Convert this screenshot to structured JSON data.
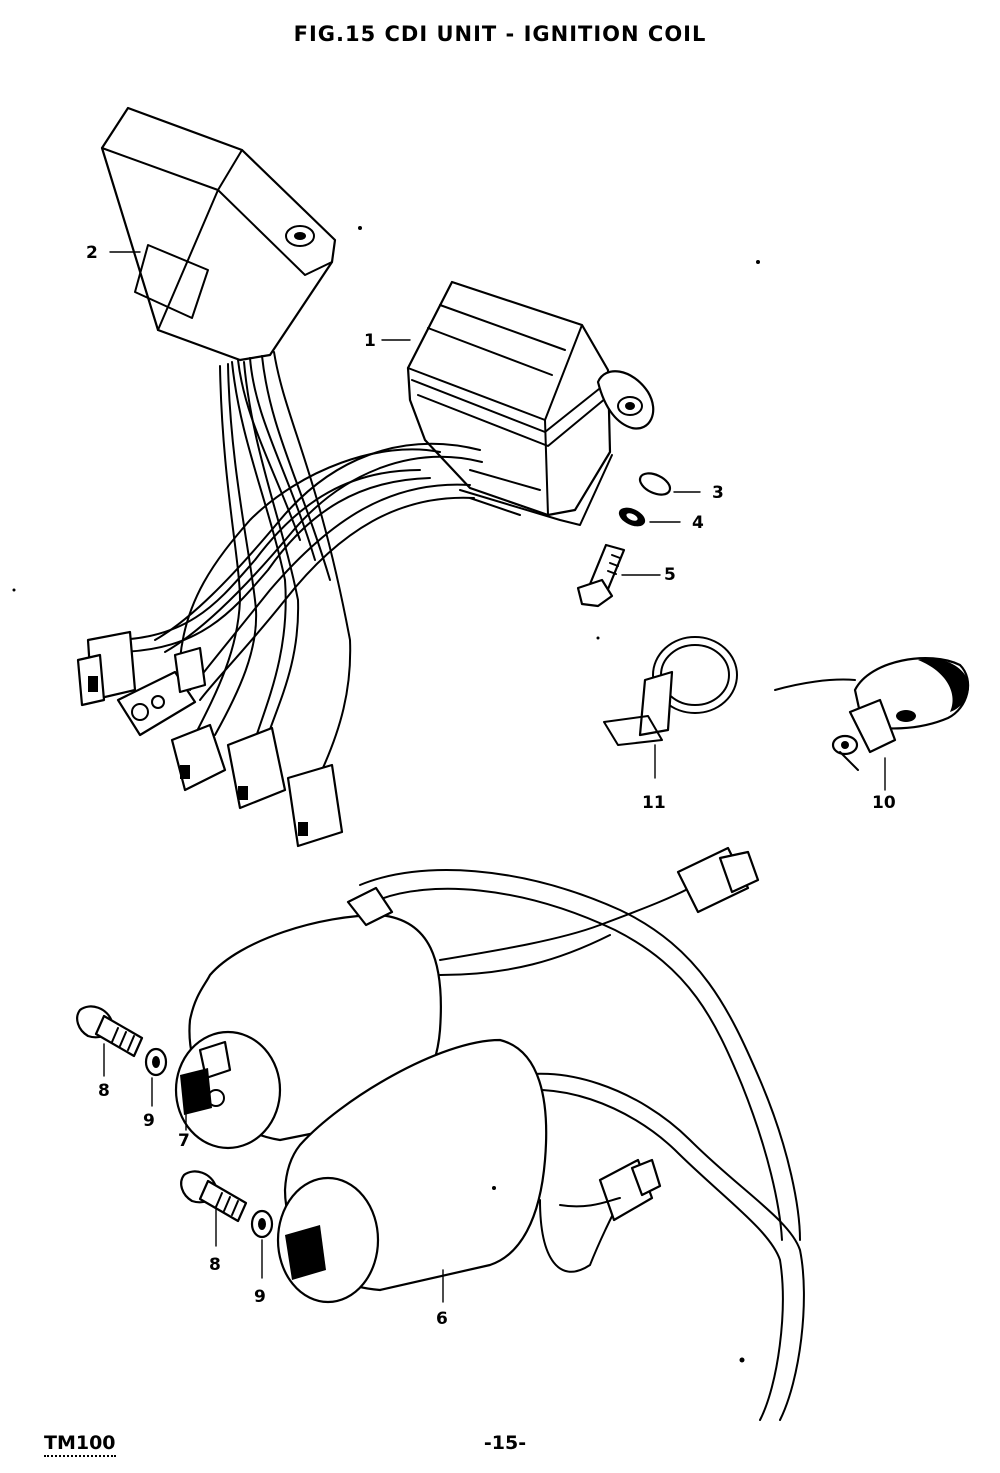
{
  "header": {
    "title": "FIG.15  CDI UNIT - IGNITION COIL"
  },
  "footer": {
    "model": "TM100",
    "page_number": "-15-"
  },
  "callouts": [
    {
      "id": "1",
      "text": "1"
    },
    {
      "id": "2",
      "text": "2"
    },
    {
      "id": "3",
      "text": "3"
    },
    {
      "id": "4",
      "text": "4"
    },
    {
      "id": "5",
      "text": "5"
    },
    {
      "id": "6",
      "text": "6"
    },
    {
      "id": "7",
      "text": "7"
    },
    {
      "id": "8a",
      "text": "8"
    },
    {
      "id": "8b",
      "text": "8"
    },
    {
      "id": "9a",
      "text": "9"
    },
    {
      "id": "9b",
      "text": "9"
    },
    {
      "id": "10",
      "text": "10"
    },
    {
      "id": "11",
      "text": "11"
    }
  ]
}
